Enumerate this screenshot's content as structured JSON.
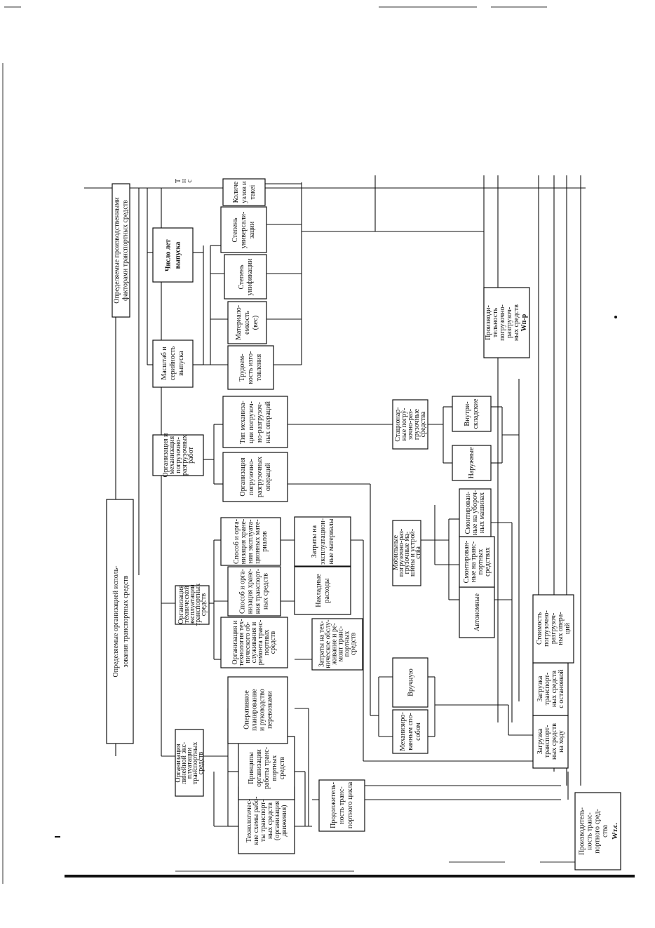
{
  "headers": {
    "organizational": [
      "Определяемые организацией исполь-",
      "зования транспортных средств"
    ],
    "production": [
      "Определяемые производственными",
      "факторами транспортных средств"
    ]
  },
  "org": {
    "linear": [
      "Организация",
      "линейной экс-",
      "плуатации",
      "транспортных",
      "средств"
    ],
    "technical": [
      "Организация",
      "технической",
      "эксплуатации",
      "транспортных",
      "средств"
    ],
    "loading": [
      "Организация и",
      "механизация",
      "погрузочно-",
      "разгрузочных",
      "работ"
    ]
  },
  "linear_items": {
    "tech_schemes": [
      "Технологичес-",
      "кие схемы рабо-",
      "ты транспорт-",
      "ных средств",
      "(организация",
      "движения)"
    ],
    "principles": [
      "Принципы",
      "организации",
      "работы транс-",
      "портных",
      "средств"
    ],
    "planning": [
      "Оперативное",
      "планирование",
      "и руководство",
      "перевозками"
    ]
  },
  "technical_items": {
    "maintenance": [
      "Организация и",
      "технология тех-",
      "нического об-",
      "служивания и",
      "ремонта транс-",
      "портных",
      "средств"
    ],
    "storage_vehicles": [
      "Способ и орга-",
      "низация хране-",
      "ния транспорт-",
      "ных средств"
    ],
    "storage_materials": [
      "Способ и орга-",
      "низация хране-",
      "ния эксплуата-",
      "ционных мате-",
      "риалов"
    ]
  },
  "costs": {
    "maintenance": [
      "Затраты на тех-",
      "ническое обслу-",
      "живание и ре-",
      "монт   транс-",
      "портных",
      "средств"
    ],
    "overhead": [
      "Накладные",
      "расходы"
    ],
    "materials": [
      "Затраты на",
      "эксплуатацион-",
      "ные материалы"
    ]
  },
  "loading_items": {
    "organization": [
      "Организация",
      "погрузочно-",
      "разгрузочных",
      "операций"
    ],
    "mech_type": [
      "Тип механиза-",
      "ции погрузоч-",
      "но-разгрузоч-",
      "ных операций"
    ]
  },
  "production_items": {
    "scale": [
      "Масштаб и",
      "серийность",
      "выпуска"
    ],
    "years": [
      "Число  лет",
      "выпуска"
    ],
    "labor": [
      "Трудоем-",
      "кость изго-",
      "товления"
    ],
    "material": [
      "Материало-",
      "емкость",
      "(вес)"
    ],
    "unification": [
      "Степень",
      "унификации"
    ],
    "universal": [
      "Степень",
      "универсали-",
      "зации"
    ],
    "count": [
      "Количе",
      "узлов и",
      "такеі"
    ],
    "cut_edge": [
      "Т",
      "н",
      "с"
    ]
  },
  "cycle": [
    "Продолжитель-",
    "ность  транс-",
    "портного цикла"
  ],
  "handling": {
    "mechanized": [
      "Механизиро-",
      "ванным спо-",
      "собом"
    ],
    "manual": [
      "Вручную"
    ]
  },
  "mobile": {
    "mobile": [
      "Мобильные",
      "погрузочно-раз-",
      "грузочные ма-",
      "шины и устрой-",
      "ства"
    ],
    "autonomous": [
      "Автономные"
    ],
    "on_vehicles": [
      "Смонтирован-",
      "ные на транс-",
      "портных",
      "средствах"
    ],
    "on_cleaning": [
      "Смонтирован-",
      "ные на убороч-",
      "ных машинах"
    ]
  },
  "stationary": {
    "stationary": [
      "Стационар-",
      "ные погру-",
      "зочно-раз-",
      "грузочные",
      "средства"
    ],
    "outdoor": [
      "Наружные"
    ],
    "indoor": [
      "Внутри-",
      "складские"
    ]
  },
  "loading_modes": {
    "on_the_go": [
      "Загрузка",
      "транспорт-",
      "ных средств",
      "на  ходу"
    ],
    "with_stop": [
      "Загрузка",
      "транспорт-",
      "ных средств",
      "с остановкой"
    ],
    "cost": [
      "Стоимость",
      "погрузочно-",
      "разгрузоч-",
      "ных опера-",
      "ций"
    ]
  },
  "outputs": {
    "productivity_vehicle": [
      "Производитель-",
      "ность  транс-",
      "портного  сред-",
      "ства"
    ],
    "productivity_vehicle_symbol": "Wт.с.",
    "productivity_loading": [
      "Производи-",
      "тельность",
      "погрузочно-",
      "разгрузоч-",
      "ных средств"
    ],
    "productivity_loading_symbol": "Wп-р"
  }
}
